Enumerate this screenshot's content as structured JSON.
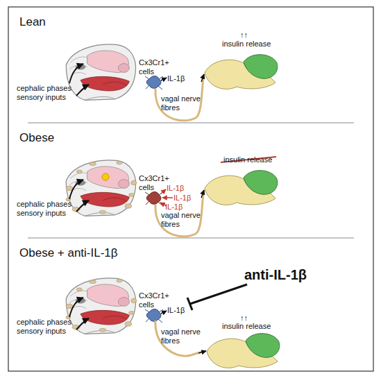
{
  "diagram": {
    "nodes": [
      {
        "text": [
          "Lean"
        ]
      },
      {
        "text": [
          "Obese"
        ]
      },
      {
        "text": [
          "Obese + anti-IL-1β"
        ]
      }
    ],
    "labels": [
      "cephalic phases sensory inputs",
      "Cx3Cr1+ cells",
      "IL-1β",
      "↑↑",
      "insulin release",
      "vagal nerve fibres",
      "cephalic phases sensory inputs",
      "Cx3Cr1+ cells",
      "IL-1β",
      "IL-1β",
      "IL-1β",
      "insulin release",
      "vagal nerve fibres",
      "anti-IL-1β",
      "cephalic phases sensory inputs",
      "Cx3Cr1+ cells",
      "IL-1β",
      "↑↑",
      "insulin release",
      "vagal nerve fibres"
    ]
  }
}
